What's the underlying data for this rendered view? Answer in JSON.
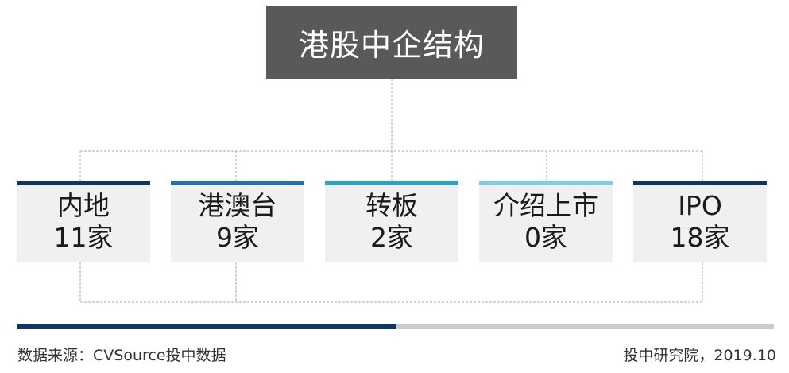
{
  "root": {
    "title": "港股中企结构"
  },
  "nodes": [
    {
      "name": "内地",
      "count": "11家",
      "color": "#0e3563"
    },
    {
      "name": "港澳台",
      "count": "9家",
      "color": "#1e74a8"
    },
    {
      "name": "转板",
      "count": "2家",
      "color": "#26a3c6"
    },
    {
      "name": "介绍上市",
      "count": "0家",
      "color": "#7fcde6"
    },
    {
      "name": "IPO",
      "count": "18家",
      "color": "#0e3563"
    }
  ],
  "progress": {
    "fraction": 0.5
  },
  "footer": {
    "source": "数据来源：CVSource投中数据",
    "credit": "投中研究院，2019.10"
  },
  "colors": {
    "root_bg": "#595959",
    "node_bg": "#f0f0f0",
    "connector": "#aaaaaa",
    "progress_fill": "#0e3563",
    "progress_track": "#cccccc"
  }
}
